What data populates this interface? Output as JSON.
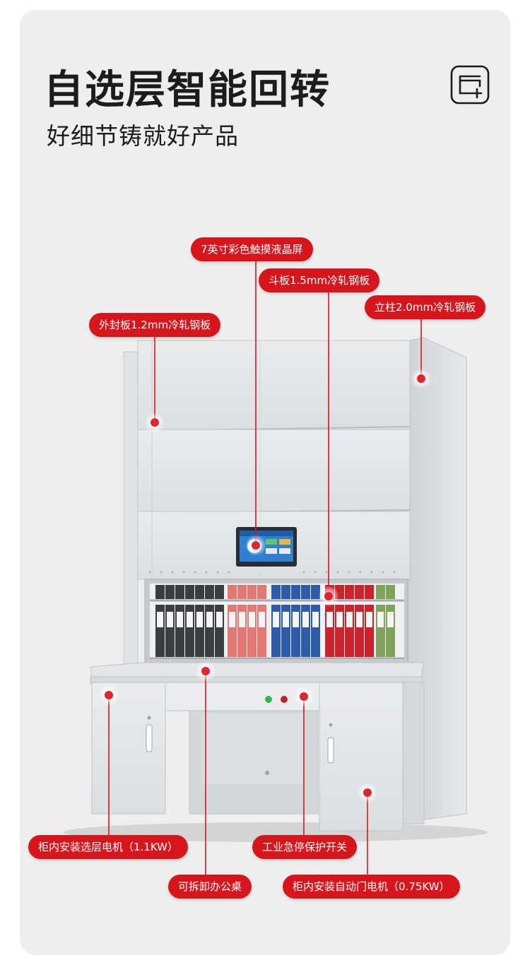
{
  "header": {
    "title": "自选层智能回转",
    "subtitle": "好细节铸就好产品",
    "corner_icon": "add-window-icon"
  },
  "labels": {
    "touchscreen": "7英寸彩色触摸液晶屏",
    "drawer_plate": "斗板1.5mm冷轧钢板",
    "column": "立柱2.0mm冷轧钢板",
    "outer_panel": "外封板1.2mm冷轧钢板",
    "layer_motor": "柜内安装选层电机（1.1KW）",
    "estop": "工业急停保护开关",
    "desk": "可拆卸办公桌",
    "door_motor": "柜内安装自动门电机（0.75KW）"
  },
  "colors": {
    "accent": "#d6161c",
    "cabinet": "#e4e6e8",
    "background": "#eeeeee"
  }
}
